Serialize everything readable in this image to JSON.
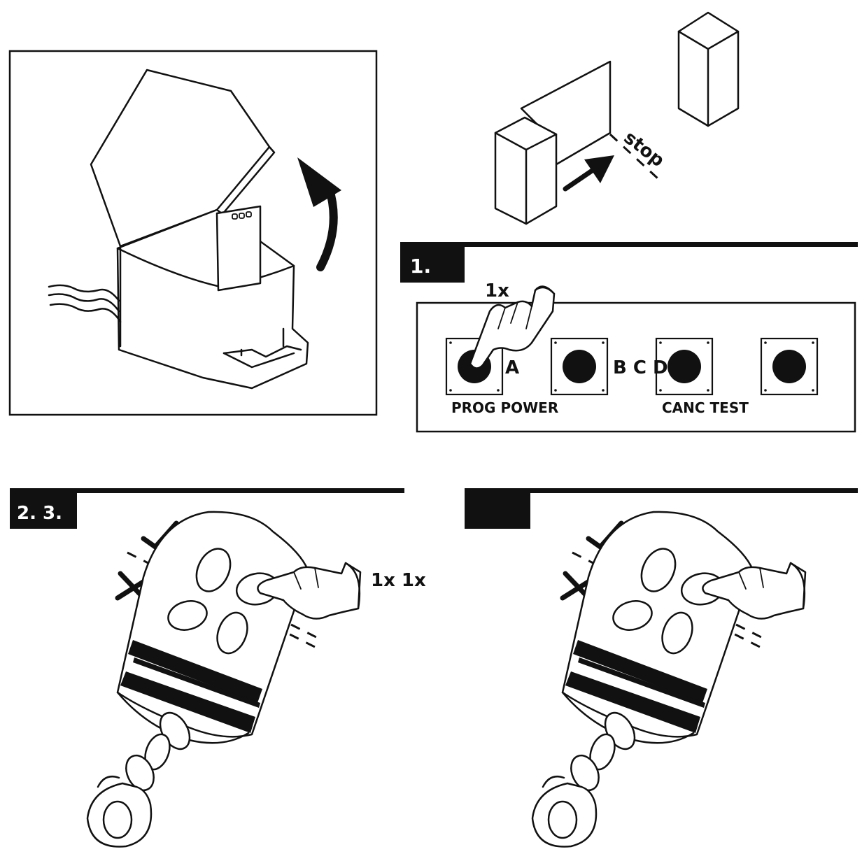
{
  "step_labels": {
    "step1": "1.",
    "step23": "2.  3.",
    "step4": ""
  },
  "gate": {
    "stop_label": "stop"
  },
  "control_board": {
    "press_count": "1x",
    "letters": [
      "A",
      "B C D"
    ],
    "left_caption": "PROG POWER",
    "right_caption": "CANC TEST"
  },
  "remote_left": {
    "press_count": "1x 1x"
  },
  "colors": {
    "ink": "#111111",
    "background": "#ffffff"
  }
}
